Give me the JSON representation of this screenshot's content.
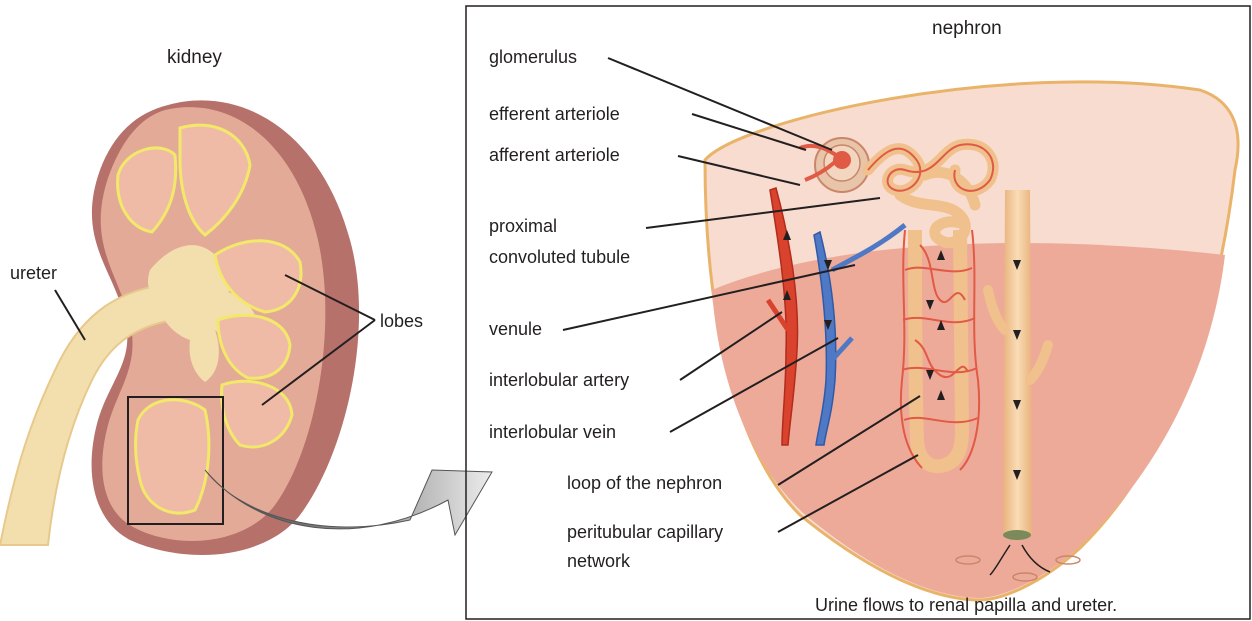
{
  "kidney_panel": {
    "title": "kidney",
    "labels": {
      "ureter": "ureter",
      "lobes": "lobes"
    }
  },
  "nephron_panel": {
    "title": "nephron",
    "labels": {
      "glomerulus": "glomerulus",
      "efferent_arteriole": "efferent arteriole",
      "afferent_arteriole": "afferent arteriole",
      "proximal_line1": "proximal",
      "proximal_line2": "convoluted tubule",
      "venule": "venule",
      "interlobular_artery": "interlobular artery",
      "interlobular_vein": "interlobular vein",
      "loop": "loop of the nephron",
      "peritubular_line1": "peritubular capillary",
      "peritubular_line2": "network"
    },
    "caption": "Urine flows to renal papilla and ureter."
  },
  "colors": {
    "ureter_fill": "#f3dfae",
    "kidney_outer": "#c9817a",
    "kidney_cortex": "#e8b7a3",
    "lobe_fill": "#f0c2b0",
    "lobe_outline": "#f2e86a",
    "artery": "#d9432e",
    "vein": "#4f79c4",
    "tubule": "#f5c89a",
    "capillary": "#e05a45",
    "leader_line": "#231f20"
  }
}
